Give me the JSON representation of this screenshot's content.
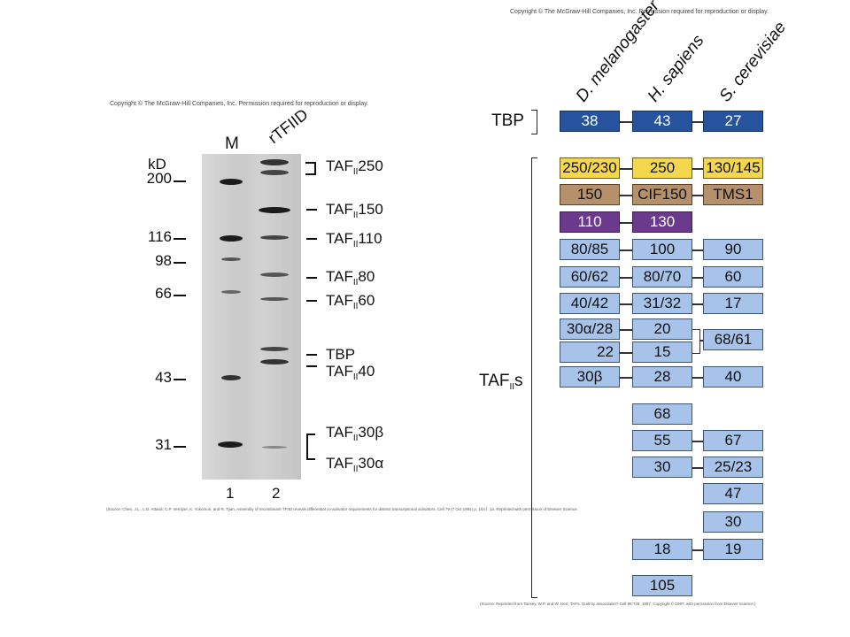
{
  "gel_panel": {
    "copyright": "Copyright © The McGraw-Hill Companies, Inc. Permission required for reproduction or display.",
    "lane_headers": {
      "marker": "M",
      "sample": "rTFIID"
    },
    "kd_label": "kD",
    "markers": [
      "200",
      "116",
      "98",
      "66",
      "43",
      "31"
    ],
    "taf_labels": [
      {
        "prefix": "TAF",
        "sub": "II",
        "num": "250"
      },
      {
        "prefix": "TAF",
        "sub": "II",
        "num": "150"
      },
      {
        "prefix": "TAF",
        "sub": "II",
        "num": "110"
      },
      {
        "prefix": "TAF",
        "sub": "II",
        "num": "80"
      },
      {
        "prefix": "TAF",
        "sub": "II",
        "num": "60"
      },
      {
        "prefix": "TBP",
        "sub": "",
        "num": ""
      },
      {
        "prefix": "TAF",
        "sub": "II",
        "num": "40"
      },
      {
        "prefix": "TAF",
        "sub": "II",
        "num": "30β"
      },
      {
        "prefix": "TAF",
        "sub": "II",
        "num": "30α"
      }
    ],
    "lane_numbers": [
      "1",
      "2"
    ],
    "source": "(Source: Chen, J.L., L.D. Attardi, C.P. Verrijzer, K. Yokomori, and R. Tjian, Assembly of recombinant TFIID reveals differential co-activator requirements for distinct transcriptional activators. Cell 79 (7 Oct 1994) p. 104 f. 1a. Reprinted with permission of Elsevier Science."
  },
  "table_panel": {
    "copyright": "Copyright © The McGraw-Hill Companies, Inc. Permission required for reproduction or display.",
    "species": [
      "D. melanogaster",
      "H. sapiens",
      "S. cerevisiae"
    ],
    "tbp_label": "TBP",
    "tafs_label": {
      "prefix": "TAF",
      "sub": "II",
      "suffix": "s"
    },
    "rows": {
      "tbp": [
        "38",
        "43",
        "27"
      ],
      "r1": [
        "250/230",
        "250",
        "130/145"
      ],
      "r2": [
        "150",
        "CIF150",
        "TMS1"
      ],
      "r3": [
        "110",
        "130"
      ],
      "r4": [
        "80/85",
        "100",
        "90"
      ],
      "r5": [
        "60/62",
        "80/70",
        "60"
      ],
      "r6": [
        "40/42",
        "31/32",
        "17"
      ],
      "r7": [
        "30α/28",
        "20"
      ],
      "r8": [
        "22",
        "15"
      ],
      "r7_8_yeast": "68/61",
      "r9": [
        "30β",
        "28",
        "40"
      ],
      "r10": [
        "68"
      ],
      "r11": [
        "55",
        "67"
      ],
      "r12": [
        "30",
        "25/23"
      ],
      "r13": [
        "47"
      ],
      "r14": [
        "30"
      ],
      "r15": [
        "18",
        "19"
      ],
      "r16": [
        "105"
      ]
    },
    "colors": {
      "tbp": "#27539e",
      "yellow": "#f4d74c",
      "brown": "#b5906a",
      "purple": "#6b3a8c",
      "light": "#a8c3e9"
    },
    "source": "(Source: Reprinted from Tansey, W.P. and W. Herr, TAFs: Guilt by association? Cell 88:729, 1997. Copyright © 1997, with permission from Elsevier Science.)"
  }
}
